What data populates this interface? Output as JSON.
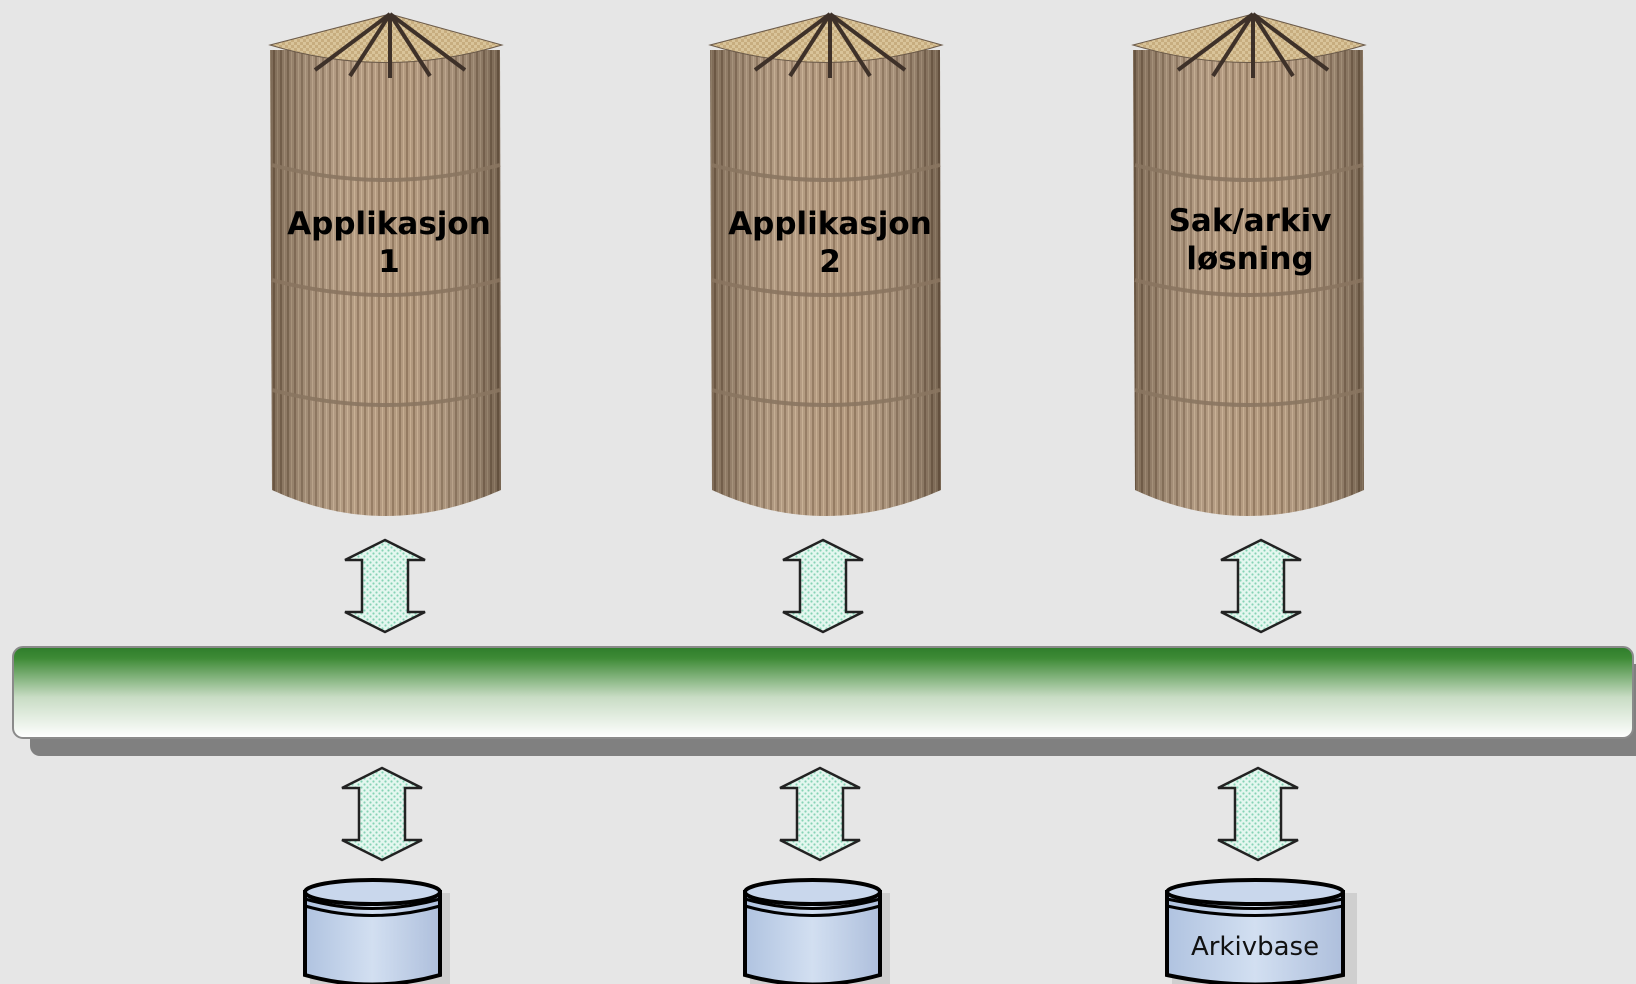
{
  "silos": [
    {
      "line1": "Applikasjon",
      "line2": "1"
    },
    {
      "line1": "Applikasjon",
      "line2": "2"
    },
    {
      "line1": "Sak/arkiv",
      "line2": "løsning"
    }
  ],
  "databases": [
    {
      "label": ""
    },
    {
      "label": ""
    },
    {
      "label": "Arkivbase"
    }
  ],
  "colors": {
    "background": "#e6e6e6",
    "silo_wood": "#a68a6d",
    "bus_green": "#2e7d2a",
    "arrow_fill": "#dff5ec",
    "arrow_dots": "#7fd0b0",
    "db_fill": "#c3d3ea"
  }
}
